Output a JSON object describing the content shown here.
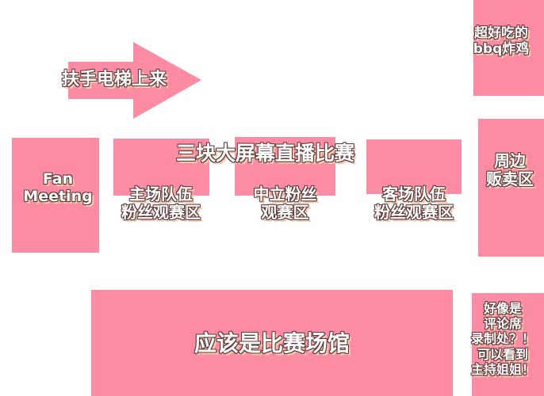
{
  "arrow": {
    "label": "扶手电梯上来",
    "direction": "right"
  },
  "top_right": {
    "line1": "超好吃的",
    "line2": "bbq炸鸡"
  },
  "fan_meeting": {
    "line1": "Fan",
    "line2": "Meeting"
  },
  "screens": {
    "label": "三块大屏幕直播比赛"
  },
  "home_fans": {
    "line1": "主场队伍",
    "line2": "粉丝观赛区"
  },
  "neutral_fans": {
    "line1": "中立粉丝",
    "line2": "观赛区"
  },
  "away_fans": {
    "line1": "客场队伍",
    "line2": "粉丝观赛区"
  },
  "merch": {
    "line1": "周边",
    "line2": "贩卖区"
  },
  "arena": {
    "label": "应该是比赛场馆"
  },
  "commentary": {
    "lines": [
      "好像是",
      "评论席",
      "录制处？！",
      "可以看到",
      "主持姐姐！"
    ]
  },
  "colors": {
    "block": "#fd8ba3",
    "text": "#ffffff",
    "outline": "#5a3a3a",
    "shadow": "#f7c9a8"
  }
}
